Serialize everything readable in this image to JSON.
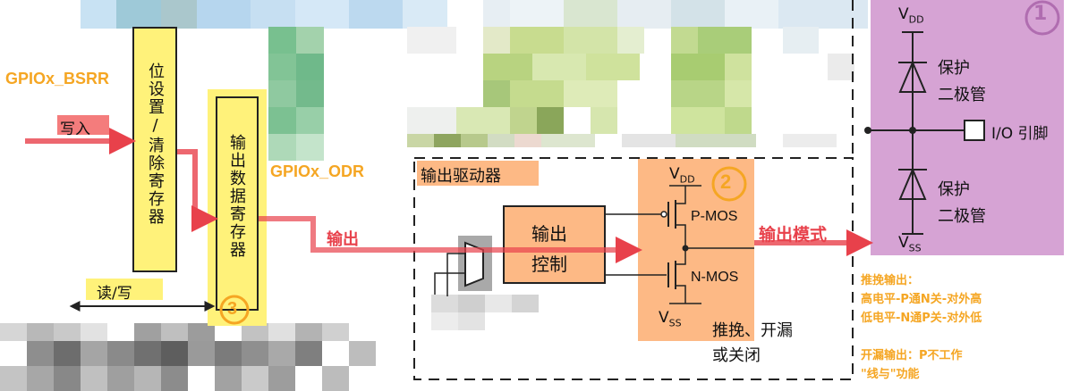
{
  "labels": {
    "bsrr": "GPIOx_BSRR",
    "write": "写入",
    "set_clear_register": "位设置/清除寄存器",
    "output_data_register": "输出数据寄存器",
    "odr": "GPIOx_ODR",
    "read_write": "读/写",
    "circle3": "3",
    "output_arrow": "输出",
    "output_driver": "输出驱动器",
    "output_control_1": "输出",
    "output_control_2": "控制",
    "vdd": "V",
    "vdd_sub": "DD",
    "circle2": "2",
    "pmos": "P-MOS",
    "nmos": "N-MOS",
    "vss": "V",
    "vss_sub": "SS",
    "output_mode": "输出模式",
    "pushpull_1": "推挽、开漏",
    "pushpull_2": "或关闭",
    "right_vdd": "V",
    "right_vdd_sub": "DD",
    "circle1": "1",
    "protect_top_1": "保护",
    "protect_top_2": "二极管",
    "io_pin": "I/O 引脚",
    "protect_bot_1": "保护",
    "protect_bot_2": "二极管",
    "right_vss": "V",
    "right_vss_sub": "SS"
  },
  "notes": {
    "pushpull_title": "推挽输出：",
    "pushpull_high": "高电平-P通N关-对外高",
    "pushpull_low": "低电平-N通P关-对外低",
    "opendrain_title": "开漏输出：P不工作",
    "opendrain_line": "\"线与\"功能"
  },
  "colors": {
    "orange_fill": "#fdb985",
    "yellow_fill": "#fff27a",
    "purple_fill": "#d6a3d4",
    "red_arrow": "#e8414b",
    "orange_text": "#f5a623"
  }
}
